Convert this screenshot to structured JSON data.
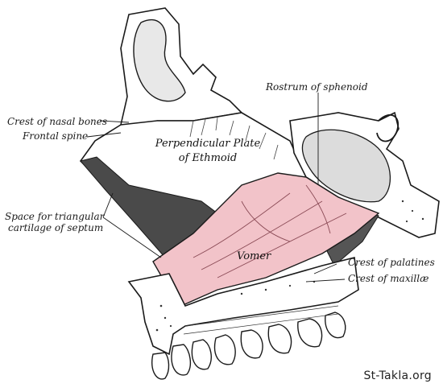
{
  "colors": {
    "vomer_fill": "#f2c3c9",
    "bone_fill": "#ffffff",
    "shadow": "#5a5a5a",
    "ink": "#1a1a1a"
  },
  "labels": {
    "crest_nasal_bones": "Crest of nasal bones",
    "frontal_spine": "Frontal spine",
    "space_triangular_1": "Space for triangular",
    "space_triangular_2": "cartilage of septum",
    "rostrum_sphenoid": "Rostrum of sphenoid",
    "perpendicular_plate_1": "Perpendicular Plate",
    "perpendicular_plate_2": "of Ethmoid",
    "vomer": "Vomer",
    "crest_palatines": "Crest of palatines",
    "crest_maxillae": "Crest of maxillæ"
  },
  "watermark": "St-Takla.org"
}
